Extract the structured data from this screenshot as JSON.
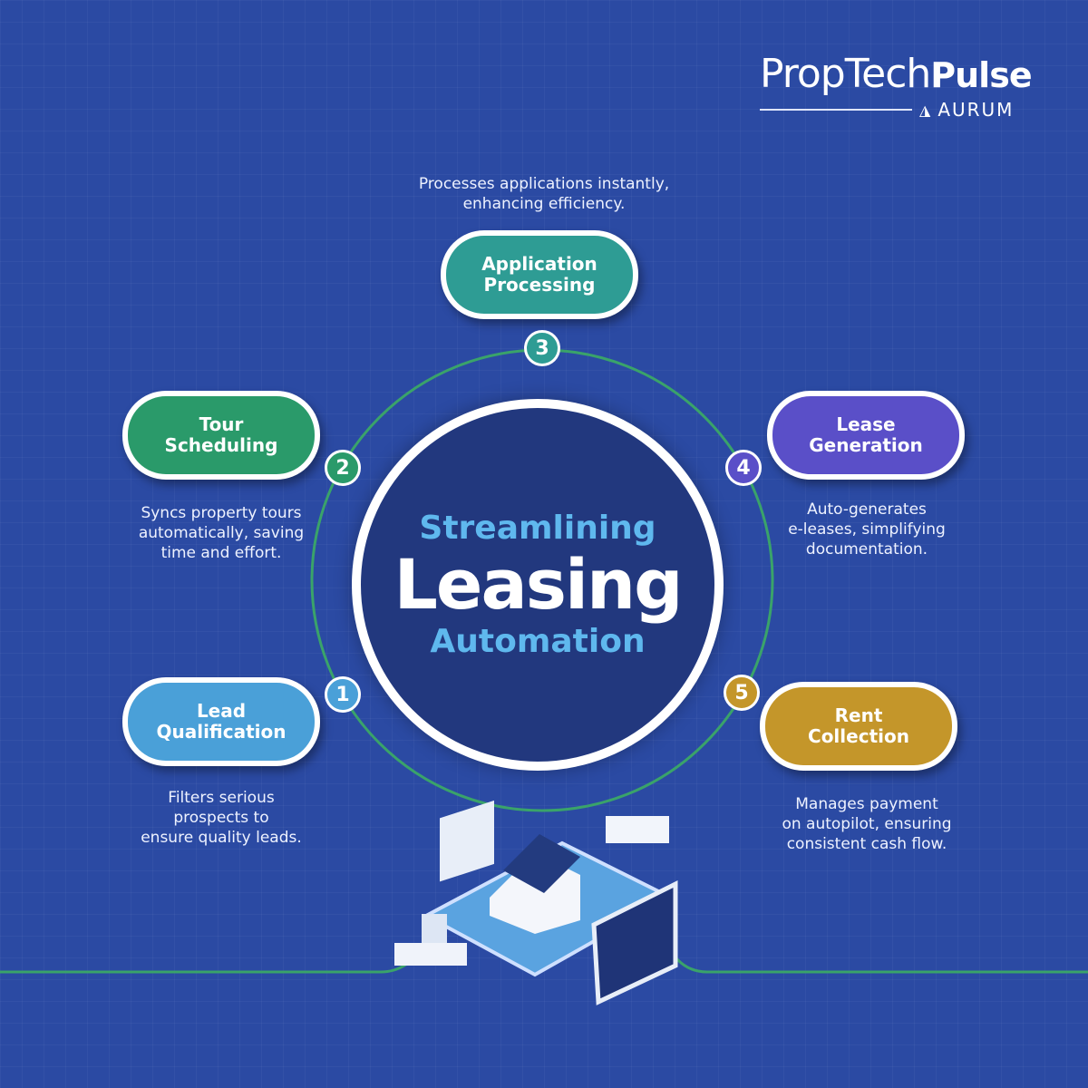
{
  "logo": {
    "brand": "PropTech",
    "brand_bold": "Pulse",
    "sub": "AURUM"
  },
  "center": {
    "line1": "Streamlining",
    "line2": "Leasing",
    "line3": "Automation"
  },
  "steps": [
    {
      "number": "1",
      "title": "Lead\nQualification",
      "desc": "Filters serious\nprospects to\nensure quality leads.",
      "color": "#4aa0d8"
    },
    {
      "number": "2",
      "title": "Tour\nScheduling",
      "desc": "Syncs property tours\nautomatically, saving\ntime and effort.",
      "color": "#2a9a6a"
    },
    {
      "number": "3",
      "title": "Application\nProcessing",
      "desc": "Processes applications instantly,\nenhancing efficiency.",
      "color": "#2e9c94"
    },
    {
      "number": "4",
      "title": "Lease\nGeneration",
      "desc": "Auto-generates\ne-leases, simplifying\ndocumentation.",
      "color": "#5a4fc8"
    },
    {
      "number": "5",
      "title": "Rent\nCollection",
      "desc": "Manages payment\non autopilot, ensuring\nconsistent cash flow.",
      "color": "#c4962a"
    }
  ]
}
